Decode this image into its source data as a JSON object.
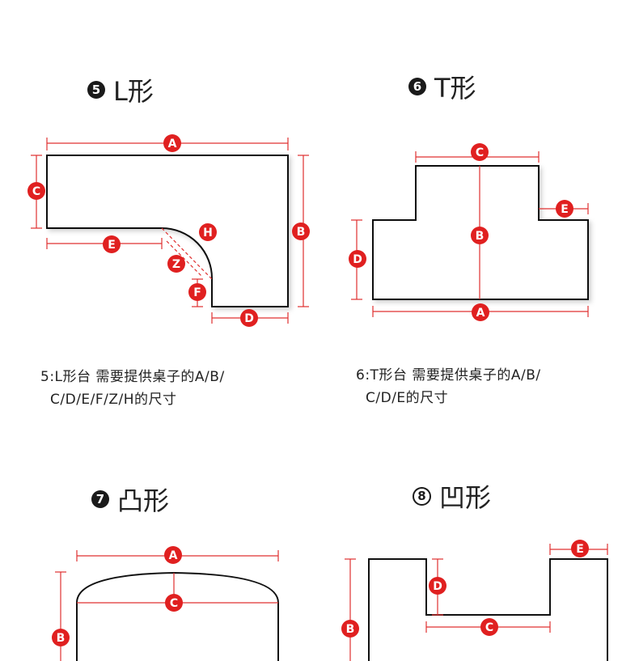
{
  "colors": {
    "dimension": "#e03030",
    "badge": "#e02020",
    "outline": "#111111"
  },
  "sections": [
    {
      "number": "5",
      "title": "L形",
      "caption_line1": "5:L形台 需要提供桌子的A/B/",
      "caption_line2": "C/D/E/F/Z/H的尺寸",
      "labels": [
        "A",
        "B",
        "C",
        "D",
        "E",
        "F",
        "Z",
        "H"
      ]
    },
    {
      "number": "6",
      "title": "T形",
      "caption_line1": "6:T形台 需要提供桌子的A/B/",
      "caption_line2": "C/D/E的尺寸",
      "labels": [
        "A",
        "B",
        "C",
        "D",
        "E"
      ]
    },
    {
      "number": "7",
      "title": "凸形",
      "labels": [
        "A",
        "B",
        "C"
      ]
    },
    {
      "number": "8",
      "title": "凹形",
      "labels": [
        "B",
        "C",
        "D",
        "E"
      ]
    }
  ]
}
